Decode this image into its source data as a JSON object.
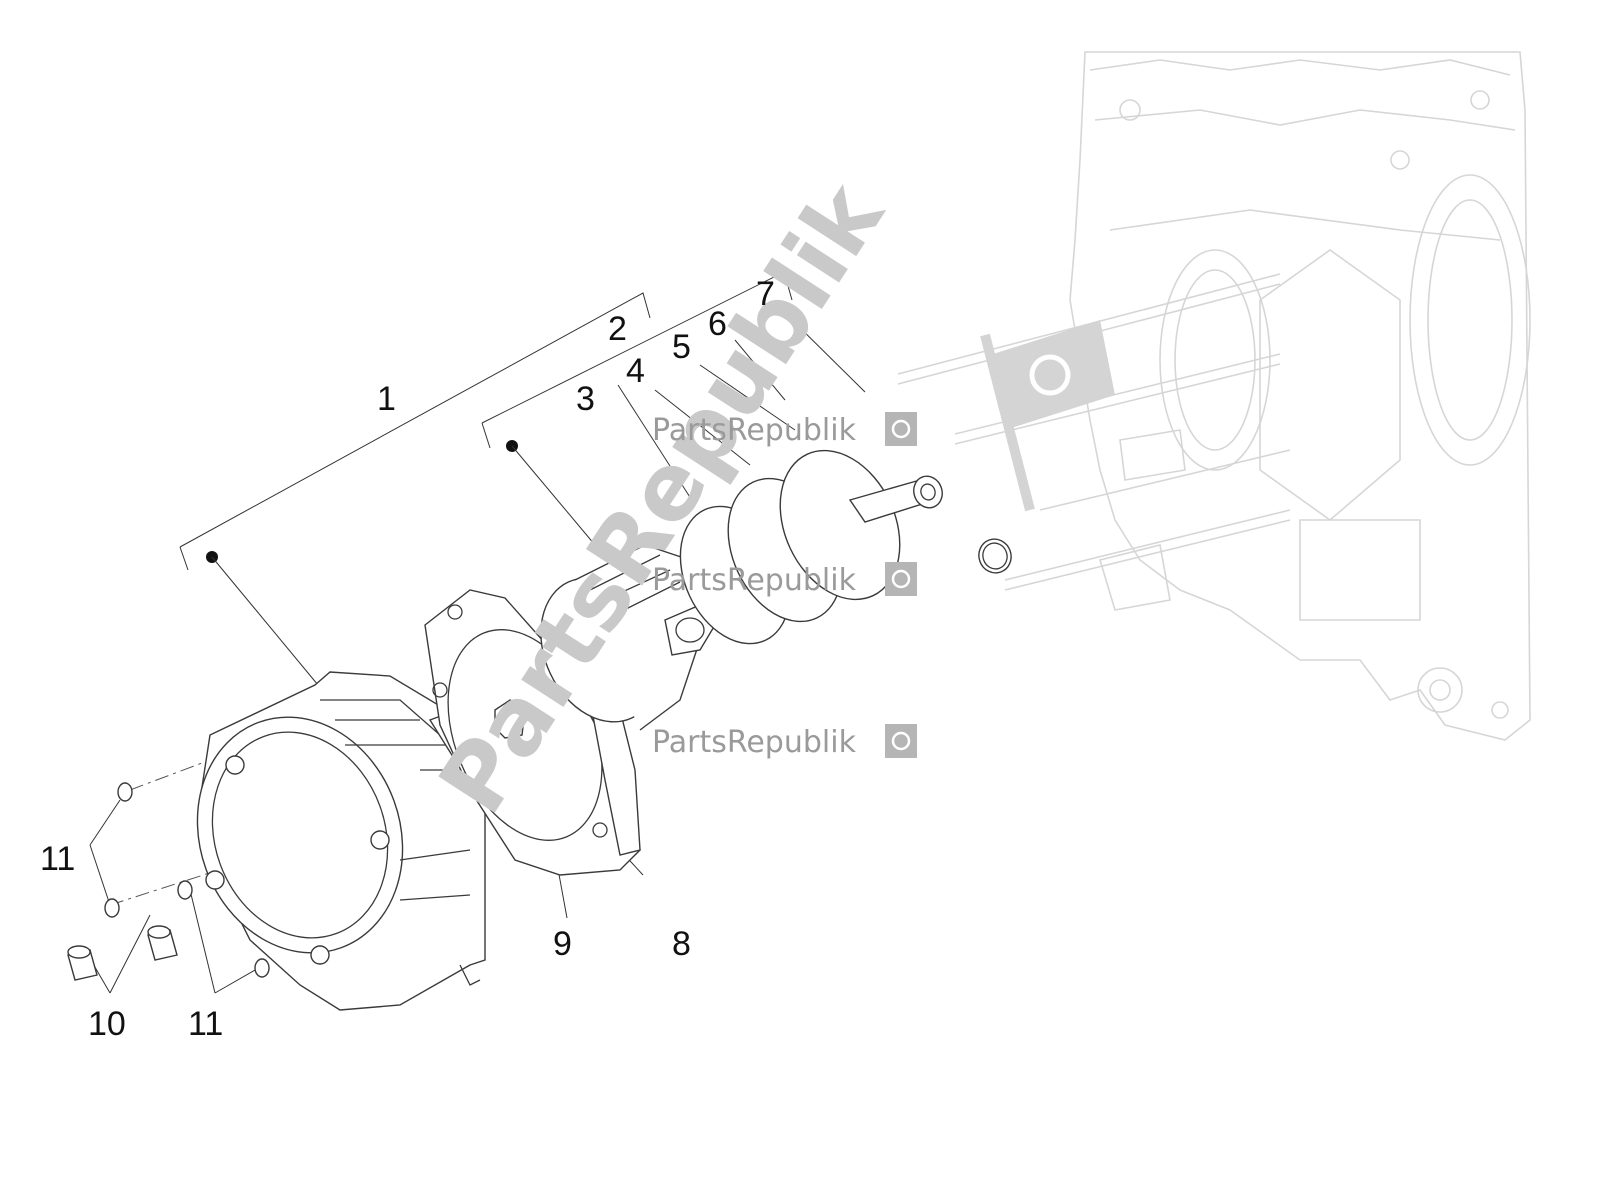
{
  "callouts": [
    {
      "id": "c1",
      "text": "1"
    },
    {
      "id": "c2",
      "text": "2"
    },
    {
      "id": "c3",
      "text": "3"
    },
    {
      "id": "c4",
      "text": "4"
    },
    {
      "id": "c5",
      "text": "5"
    },
    {
      "id": "c6",
      "text": "6"
    },
    {
      "id": "c7",
      "text": "7"
    },
    {
      "id": "c8",
      "text": "8"
    },
    {
      "id": "c9",
      "text": "9"
    },
    {
      "id": "c10",
      "text": "10"
    },
    {
      "id": "c11a",
      "text": "11"
    },
    {
      "id": "c11b",
      "text": "11"
    }
  ],
  "watermark": {
    "text": "PartsRepublik",
    "icon": "gear-flag-icon",
    "color": "#9a9a9a"
  },
  "colors": {
    "line": "#3a3a3a",
    "ghost_engine": "#d6d6d6",
    "watermark": "#c9c9c9"
  }
}
